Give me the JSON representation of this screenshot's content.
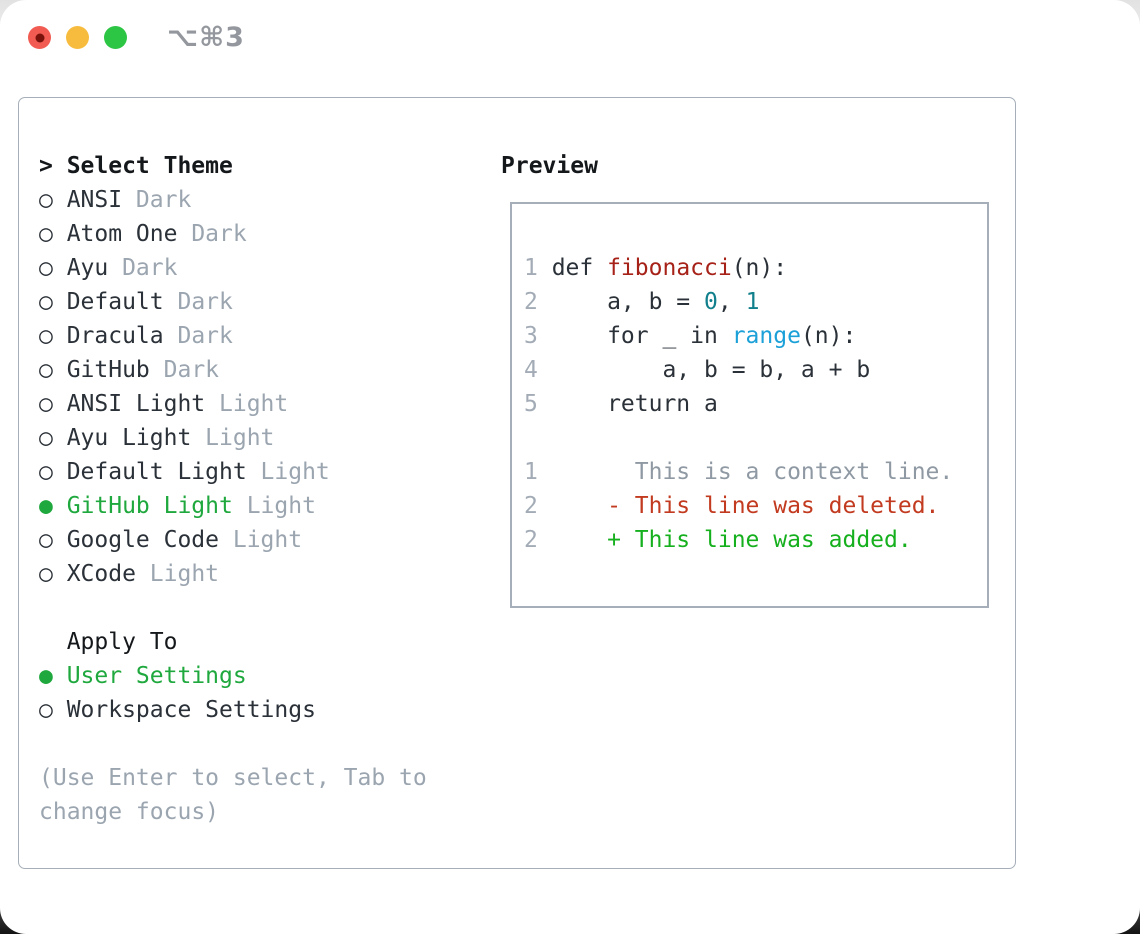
{
  "titlebar": {
    "title": "⌥⌘3",
    "traffic_lights": [
      {
        "name": "close",
        "has_inner_dot": true
      },
      {
        "name": "minimize",
        "has_inner_dot": false
      },
      {
        "name": "maximize",
        "has_inner_dot": false
      }
    ]
  },
  "theme_picker": {
    "header": {
      "prefix": ">",
      "label": "Select Theme"
    },
    "markers": {
      "unselected": "○",
      "selected": "●"
    },
    "themes": [
      {
        "name": "ANSI",
        "variant": "Dark",
        "selected": false
      },
      {
        "name": "Atom One",
        "variant": "Dark",
        "selected": false
      },
      {
        "name": "Ayu",
        "variant": "Dark",
        "selected": false
      },
      {
        "name": "Default",
        "variant": "Dark",
        "selected": false
      },
      {
        "name": "Dracula",
        "variant": "Dark",
        "selected": false
      },
      {
        "name": "GitHub",
        "variant": "Dark",
        "selected": false
      },
      {
        "name": "ANSI Light",
        "variant": "Light",
        "selected": false
      },
      {
        "name": "Ayu Light",
        "variant": "Light",
        "selected": false
      },
      {
        "name": "Default Light",
        "variant": "Light",
        "selected": false
      },
      {
        "name": "GitHub Light",
        "variant": "Light",
        "selected": true
      },
      {
        "name": "Google Code",
        "variant": "Light",
        "selected": false
      },
      {
        "name": "XCode",
        "variant": "Light",
        "selected": false
      }
    ],
    "apply_to": {
      "label": "Apply To",
      "options": [
        {
          "name": "User Settings",
          "selected": true
        },
        {
          "name": "Workspace Settings",
          "selected": false
        }
      ]
    },
    "hint_lines": [
      "(Use Enter to select, Tab to",
      "change focus)"
    ]
  },
  "preview": {
    "header": "Preview",
    "lines": [
      {
        "kind": "code",
        "num": "1",
        "segments": [
          {
            "text": "def ",
            "style": "plain"
          },
          {
            "text": "fibonacci",
            "style": "func"
          },
          {
            "text": "(n):",
            "style": "plain"
          }
        ]
      },
      {
        "kind": "code",
        "num": "2",
        "segments": [
          {
            "text": "    a, b = ",
            "style": "plain"
          },
          {
            "text": "0",
            "style": "number"
          },
          {
            "text": ", ",
            "style": "plain"
          },
          {
            "text": "1",
            "style": "number"
          }
        ]
      },
      {
        "kind": "code",
        "num": "3",
        "segments": [
          {
            "text": "    for _ in ",
            "style": "plain"
          },
          {
            "text": "range",
            "style": "builtin"
          },
          {
            "text": "(n):",
            "style": "plain"
          }
        ]
      },
      {
        "kind": "code",
        "num": "4",
        "segments": [
          {
            "text": "        a, b = b, a + b",
            "style": "plain"
          }
        ]
      },
      {
        "kind": "code",
        "num": "5",
        "segments": [
          {
            "text": "    return a",
            "style": "plain"
          }
        ]
      },
      {
        "kind": "blank"
      },
      {
        "kind": "context",
        "num": "1",
        "segments": [
          {
            "text": "      This is a context line.",
            "style": "context"
          }
        ]
      },
      {
        "kind": "deleted",
        "num": "2",
        "segments": [
          {
            "text": "    - This line was deleted.",
            "style": "deleted"
          }
        ]
      },
      {
        "kind": "added",
        "num": "2",
        "segments": [
          {
            "text": "    + This line was added.",
            "style": "added"
          }
        ]
      }
    ]
  },
  "colors": {
    "accent_green": "#1fa83d",
    "added_green": "#16b01e",
    "deleted_red": "#c23a1f",
    "func_red": "#a62117",
    "number_teal": "#11808c",
    "builtin_blue": "#1ba0d8",
    "text_dark": "#2b3138",
    "heading_black": "#15181b",
    "muted": "#9ba5b0",
    "linenum": "#a3acb6",
    "context_gray": "#8f99a3",
    "panel_border": "#a6afb9",
    "traffic_red": "#f15b52",
    "traffic_red_dot": "#7a120c",
    "traffic_yellow": "#f7bc3d",
    "traffic_green": "#2cc544",
    "titlebar_gray": "#94989e"
  }
}
